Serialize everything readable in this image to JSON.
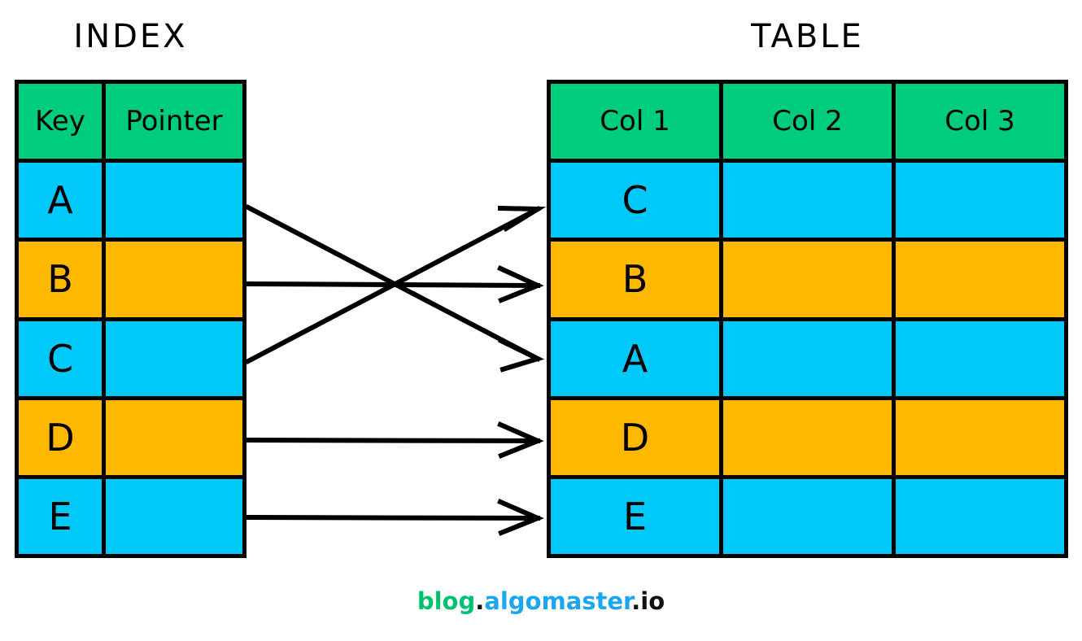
{
  "palette": {
    "header_green": "#00cc7e",
    "row_cyan": "#00c8f8",
    "row_orange": "#ffb800",
    "stroke_black": "#000000",
    "background": "#ffffff",
    "brand_green": "#00c26e",
    "brand_blue": "#1aa7f0",
    "brand_dark": "#111111"
  },
  "index": {
    "title": "INDEX",
    "headers": [
      "Key",
      "Pointer"
    ],
    "rows": [
      {
        "key": "A",
        "pointer": "",
        "fill": "cyan"
      },
      {
        "key": "B",
        "pointer": "",
        "fill": "orange"
      },
      {
        "key": "C",
        "pointer": "",
        "fill": "cyan"
      },
      {
        "key": "D",
        "pointer": "",
        "fill": "orange"
      },
      {
        "key": "E",
        "pointer": "",
        "fill": "cyan"
      }
    ]
  },
  "table": {
    "title": "TABLE",
    "headers": [
      "Col 1",
      "Col 2",
      "Col 3"
    ],
    "rows": [
      {
        "cells": [
          "C",
          "",
          ""
        ],
        "fill": "cyan"
      },
      {
        "cells": [
          "B",
          "",
          ""
        ],
        "fill": "orange"
      },
      {
        "cells": [
          "A",
          "",
          ""
        ],
        "fill": "cyan"
      },
      {
        "cells": [
          "D",
          "",
          ""
        ],
        "fill": "orange"
      },
      {
        "cells": [
          "E",
          "",
          ""
        ],
        "fill": "cyan"
      }
    ]
  },
  "pointers": [
    {
      "from_key": "A",
      "to_row": "A",
      "from_index_row": 0,
      "to_table_row": 2
    },
    {
      "from_key": "B",
      "to_row": "B",
      "from_index_row": 1,
      "to_table_row": 1
    },
    {
      "from_key": "C",
      "to_row": "C",
      "from_index_row": 2,
      "to_table_row": 0
    },
    {
      "from_key": "D",
      "to_row": "D",
      "from_index_row": 3,
      "to_table_row": 3
    },
    {
      "from_key": "E",
      "to_row": "E",
      "from_index_row": 4,
      "to_table_row": 4
    }
  ],
  "footer": {
    "part_blog": "blog",
    "dot1": ".",
    "part_algomaster": "algomaster",
    "part_io": ".io"
  }
}
